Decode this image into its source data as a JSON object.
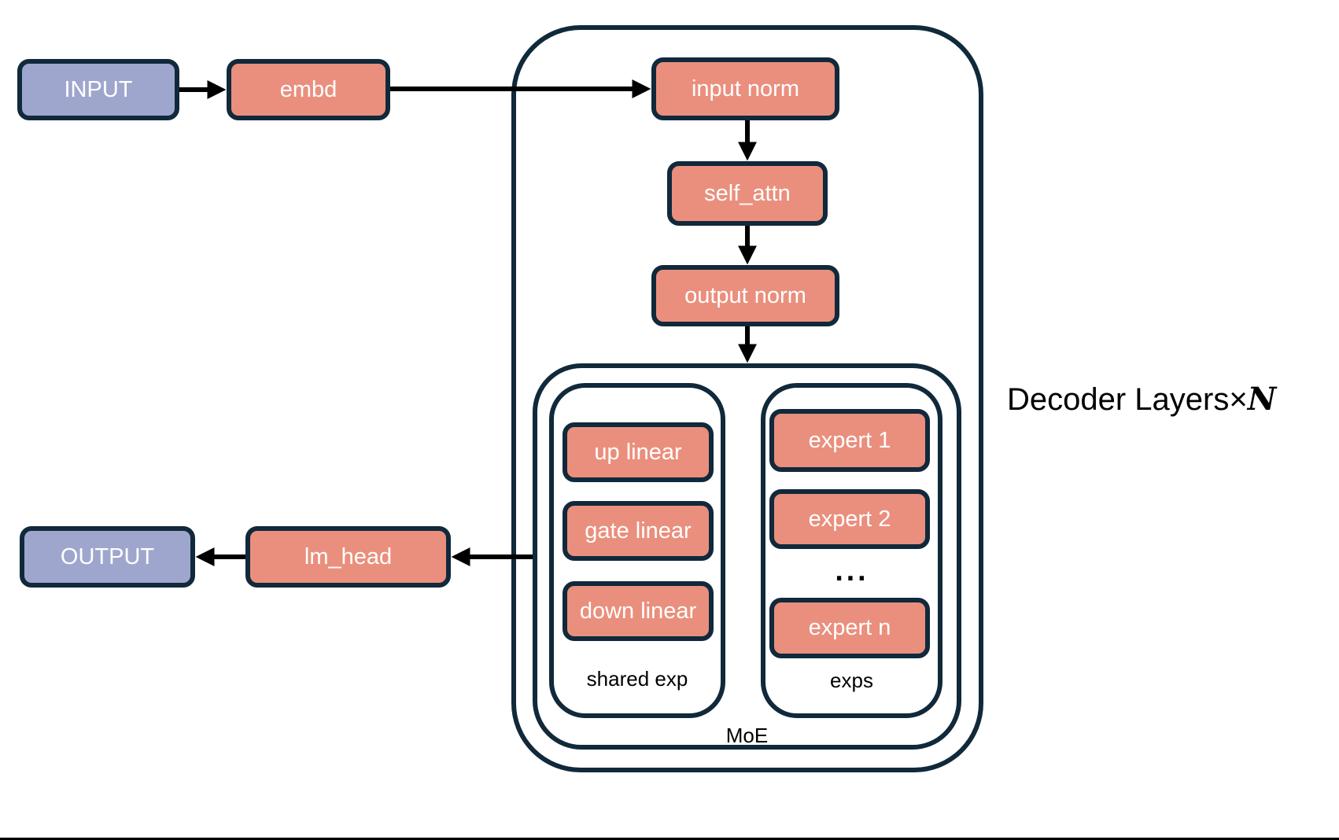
{
  "diagram_type": "moe-decoder-architecture-flow",
  "colors": {
    "node_fill": "#EA8F7D",
    "io_fill": "#9FA6CE",
    "border_color": "#10293B",
    "arrow_color": "#000000",
    "label_color": "#000000",
    "node_text": "#FFFFFF",
    "bg": "#FFFFFF"
  },
  "nodes": {
    "input": "INPUT",
    "embd": "embd",
    "input_norm": "input norm",
    "self_attn": "self_attn",
    "output_norm": "output norm",
    "up_linear": "up linear",
    "gate_linear": "gate linear",
    "down_linear": "down linear",
    "expert_1": "expert 1",
    "expert_2": "expert 2",
    "expert_ellipsis": "...",
    "expert_n": "expert n",
    "lm_head": "lm_head",
    "output": "OUTPUT"
  },
  "groups": {
    "shared_exp_label": "shared exp",
    "exps_label": "exps",
    "moe_label": "MoE"
  },
  "annotations": {
    "decoder_layers_prefix": "Decoder Layers×",
    "decoder_layers_count": "N"
  },
  "edges": [
    {
      "from": "INPUT",
      "to": "embd"
    },
    {
      "from": "embd",
      "to": "input norm"
    },
    {
      "from": "input norm",
      "to": "self_attn"
    },
    {
      "from": "self_attn",
      "to": "output norm"
    },
    {
      "from": "output norm",
      "to": "MoE"
    },
    {
      "from": "MoE",
      "to": "lm_head"
    },
    {
      "from": "lm_head",
      "to": "OUTPUT"
    }
  ]
}
